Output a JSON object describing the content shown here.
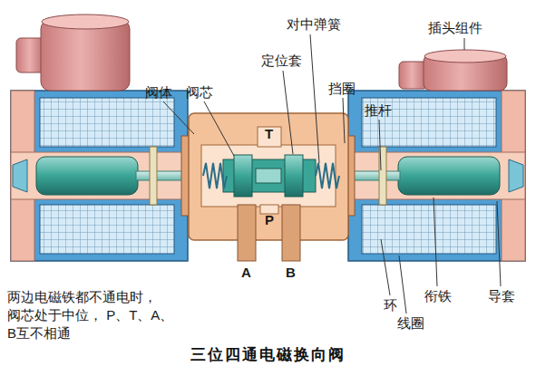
{
  "diagram": {
    "caption": "三位四通电磁换向阀",
    "labels": [
      "插头组件",
      "阀体",
      "阀芯",
      "定位套",
      "对中弹簧",
      "挡圈",
      "推杆",
      "T",
      "P",
      "A",
      "B",
      "环",
      "衔铁",
      "导套",
      "线圈",
      "两边电磁铁都不通电时， 阀芯处于中位， P、T、A、B互不相通"
    ]
  }
}
